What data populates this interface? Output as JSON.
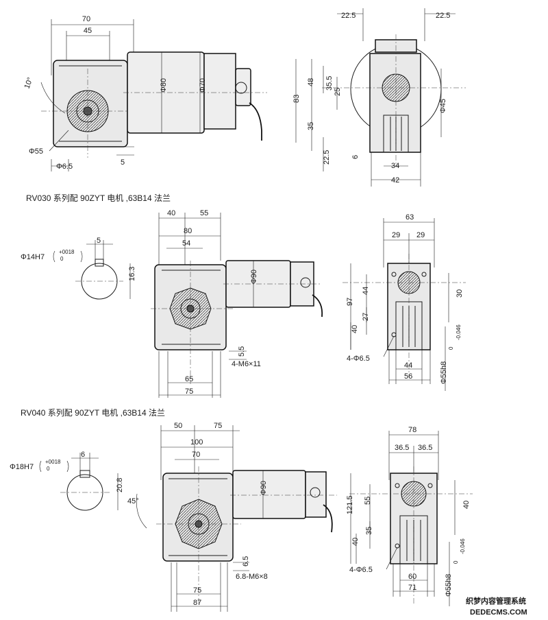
{
  "sections": [
    {
      "id": "rv025",
      "title": "",
      "side_view": {
        "dims": [
          "70",
          "45",
          "10°",
          "Φ55",
          "Φ6.5",
          "5",
          "Φ80",
          "Φ70"
        ]
      },
      "end_view": {
        "dims": [
          "22.5",
          "22.5",
          "83",
          "48",
          "35.5",
          "25",
          "35",
          "22.5",
          "6",
          "34",
          "42",
          "Φ45"
        ]
      }
    },
    {
      "id": "rv030",
      "title": "RV030 系列配 90ZYT 电机 ,63B14 法兰",
      "shaft_detail": {
        "dims": [
          "Φ14H7",
          "+0018",
          "0",
          "5",
          "16.3"
        ]
      },
      "side_view": {
        "dims": [
          "40",
          "55",
          "80",
          "54",
          "Φ90",
          "5.5",
          "4-M6×11",
          "65",
          "75"
        ]
      },
      "end_view": {
        "dims": [
          "63",
          "29",
          "29",
          "97",
          "44",
          "27",
          "40",
          "30",
          "4-Φ6.5",
          "44",
          "56",
          "Φ55h8",
          "0",
          "-0.046"
        ]
      }
    },
    {
      "id": "rv040",
      "title": "RV040 系列配 90ZYT 电机 ,63B14 法兰",
      "shaft_detail": {
        "dims": [
          "Φ18H7",
          "+0018",
          "0",
          "6",
          "20.8"
        ]
      },
      "side_view": {
        "dims": [
          "50",
          "75",
          "100",
          "70",
          "Φ90",
          "45°",
          "6.5",
          "6.8-M6×8",
          "75",
          "87"
        ]
      },
      "end_view": {
        "dims": [
          "78",
          "36.5",
          "36.5",
          "121.5",
          "55",
          "35",
          "40",
          "40",
          "4-Φ6.5",
          "60",
          "71",
          "Φ55h8",
          "0",
          "-0.046"
        ]
      }
    }
  ],
  "watermark": {
    "line1": "织梦内容管理系统",
    "line2": "DEDECMS.COM"
  },
  "colors": {
    "line": "#1a1a1a",
    "body_fill": "#e9e9e9",
    "motor_fill": "#eeeeee",
    "background": "#ffffff"
  }
}
